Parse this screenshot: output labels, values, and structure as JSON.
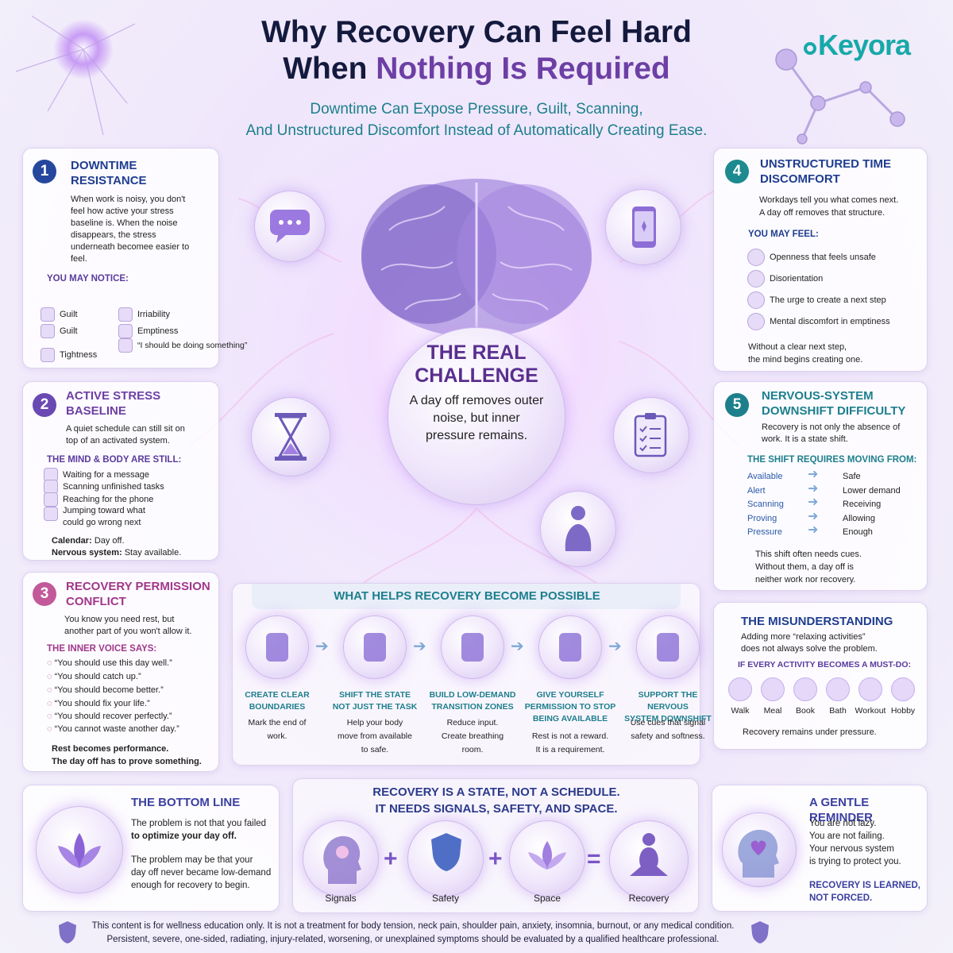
{
  "header": {
    "title_line1": "Why Recovery Can Feel Hard",
    "title_line2_a": "When",
    "title_line2_b": "Nothing Is Required",
    "subtitle_line1": "Downtime Can Expose Pressure, Guilt, Scanning,",
    "subtitle_line2": "And Unstructured Discomfort Instead of Automatically Creating Ease.",
    "brand": "Keyora"
  },
  "center": {
    "title_line1": "THE REAL",
    "title_line2": "CHALLENGE",
    "text": "A day off removes outer noise, but inner pressure remains."
  },
  "p1": {
    "num": "1",
    "title_line1": "DOWNTIME",
    "title_line2": "RESISTANCE",
    "text": "When work is noisy, you don't feel how active your stress baseline is. When the noise disappears, the stress underneath becomee easier to feel.",
    "sub": "YOU MAY NOTICE:",
    "left": [
      "Guilt",
      "Guilt",
      "Tightness"
    ],
    "right": [
      "Irriability",
      "Emptiness",
      "“I should be doing something”"
    ]
  },
  "p2": {
    "num": "2",
    "title_line1": "ACTIVE STRESS",
    "title_line2": "BASELINE",
    "text": "A quiet schedule can still sit on top of an activated system.",
    "sub": "THE MIND & BODY ARE STILL:",
    "items": [
      "Waiting for a message",
      "Scanning unfinished tasks",
      "Reaching for the phone",
      "Jumping toward what could go wrong next"
    ],
    "calendar_label": "Calendar:",
    "calendar_value": "Day off.",
    "nervous_label": "Nervous system:",
    "nervous_value": "Stay available."
  },
  "p3": {
    "num": "3",
    "title_line1": "RECOVERY PERMISSION",
    "title_line2": "CONFLICT",
    "text": "You know you need rest, but another part of you won't allow it.",
    "sub": "THE INNER VOICE SAYS:",
    "items": [
      "“You should use this day well.”",
      "“You should catch up.”",
      "“You should become better.”",
      "“You should fix your life.”",
      "“You should recover perfectly.”",
      "“You cannot waste another day.”"
    ],
    "foot1": "Rest becomes performance.",
    "foot2": "The day off has to prove something."
  },
  "p4": {
    "num": "4",
    "title_line1": "UNSTRUCTURED TIME",
    "title_line2": "DISCOMFORT",
    "text1": "Workdays tell you what comes next.",
    "text2": "A day off removes that structure.",
    "sub": "YOU MAY FEEL:",
    "items": [
      "Openness that feels unsafe",
      "Disorientation",
      "The urge to create a next step",
      "Mental discomfort in emptiness"
    ],
    "foot1": "Without a clear next step,",
    "foot2": "the mind begins creating one."
  },
  "p5": {
    "num": "5",
    "title_line1": "NERVOUS-SYSTEM",
    "title_line2": "DOWNSHIFT DIFFICULTY",
    "text": "Recovery is not only the absence of work. It is a state shift.",
    "sub": "THE SHIFT REQUIRES MOVING FROM:",
    "from": [
      "Available",
      "Alert",
      "Scanning",
      "Proving",
      "Pressure"
    ],
    "to": [
      "Safe",
      "Lower demand",
      "Receiving",
      "Allowing",
      "Enough"
    ],
    "foot1": "This shift often needs cues.",
    "foot2": "Without them, a day off is",
    "foot3": "neither work nor recovery."
  },
  "helps": {
    "title": "WHAT HELPS RECOVERY BECOME POSSIBLE",
    "steps": [
      {
        "t1": "CREATE CLEAR",
        "t2": "BOUNDARIES",
        "t3": "",
        "d1": "Mark the end of",
        "d2": "work."
      },
      {
        "t1": "SHIFT THE STATE",
        "t2": "NOT JUST THE TASK",
        "t3": "",
        "d1": "Help your body",
        "d2": "move from available",
        "d3": "to safe."
      },
      {
        "t1": "BUILD LOW-DEMAND",
        "t2": "TRANSITION ZONES",
        "t3": "",
        "d1": "Reduce input.",
        "d2": "Create breathing",
        "d3": "room."
      },
      {
        "t1": "GIVE YOURSELF",
        "t2": "PERMISSION TO STOP",
        "t3": "BEING AVAILABLE",
        "d1": "Rest is not a reward.",
        "d2": "It is a requirement."
      },
      {
        "t1": "SUPPORT THE NERVOUS",
        "t2": "SYSTEM DOWNSHIFT",
        "t3": "",
        "d1": "Use cues that signal",
        "d2": "safety and softness."
      }
    ]
  },
  "misunderstanding": {
    "title": "THE MISUNDERSTANDING",
    "text1": "Adding more “relaxing activities”",
    "text2": "does not always solve the problem.",
    "sub": "IF EVERY ACTIVITY BECOMES A MUST-DO:",
    "items": [
      "Walk",
      "Meal",
      "Book",
      "Bath",
      "Workout",
      "Hobby"
    ],
    "foot": "Recovery remains under pressure."
  },
  "bottom": {
    "title": "THE BOTTOM LINE",
    "text1a": "The problem is not that you failed",
    "text1b": "to optimize your day off.",
    "text2a": "The problem may be that your",
    "text2b": "day off never became low-demand",
    "text2c": "enough for recovery to begin."
  },
  "state": {
    "title1": "RECOVERY IS A STATE, NOT A SCHEDULE.",
    "title2": "IT NEEDS SIGNALS, SAFETY, AND SPACE.",
    "labels": [
      "Signals",
      "Safety",
      "Space",
      "Recovery"
    ]
  },
  "reminder": {
    "title": "A GENTLE REMINDER",
    "l1": "You are not lazy.",
    "l2": "You are not failing.",
    "l3": "Your nervous system",
    "l4": "is trying to protect you.",
    "f1": "RECOVERY IS LEARNED,",
    "f2": "NOT FORCED."
  },
  "footer": {
    "line1": "This content is for wellness education only. It is not a treatment for body tension, neck pain, shoulder pain, anxiety, insomnia, burnout, or any medical condition.",
    "line2": "Persistent, severe, one-sided, radiating, injury-related, worsening, or unexplained symptoms should be evaluated by a qualified healthcare professional."
  },
  "colors": {
    "navy": "#1f3d8f",
    "teal": "#1d7f8c",
    "purple": "#6d3fa4",
    "brand": "#17a9a9"
  }
}
